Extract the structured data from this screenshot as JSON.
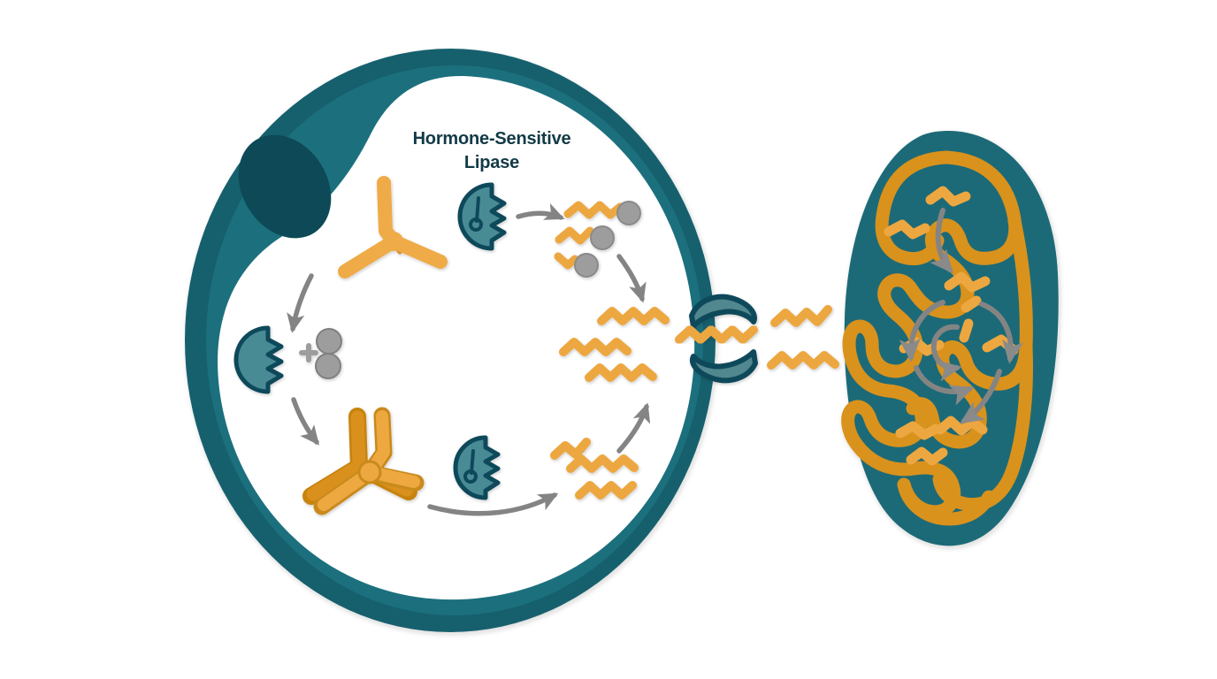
{
  "figure": {
    "title": "Lipolysis in an adipocyte and fatty-acid transport to the mitochondrion",
    "background_color": "#ffffff"
  },
  "labels": {
    "hsl_line1": "Hormone-Sensitive",
    "hsl_line2": "Lipase",
    "plus_sign": "+"
  },
  "palette": {
    "membrane_outer": "#17616e",
    "membrane_inner": "#1d6f7d",
    "nucleus": "#104a57",
    "cytoplasm": "#ffffff",
    "enzyme_fill": "#4a8b95",
    "enzyme_stroke": "#11485a",
    "fatty_acid": "#eda740",
    "triglyceride_fill": "#efab46",
    "triglyceride_stroke": "#d4912e",
    "triglyceride_dark_fill": "#d9901f",
    "glycerol_gray": "#9d9d9d",
    "glycerol_stroke": "#808080",
    "arrow_gray": "#848484",
    "mito_outer": "#1a6a77",
    "mito_cristae": "#d9921f",
    "text_teal": "#123a47"
  },
  "cell": {
    "name": "adipocyte",
    "organelles": [
      {
        "name": "nucleus",
        "color": "#104a57"
      },
      {
        "name": "lipid-droplet-triglyceride-upper"
      },
      {
        "name": "lipid-droplet-triglyceride-lower"
      }
    ],
    "enzymes": [
      {
        "name": "hormone-sensitive-lipase-top",
        "label": "Hormone-Sensitive Lipase"
      },
      {
        "name": "hormone-sensitive-lipase-left",
        "label": ""
      },
      {
        "name": "hormone-sensitive-lipase-bottom",
        "label": ""
      }
    ],
    "products": [
      {
        "name": "fatty-acid-with-glycerol",
        "count": 3
      },
      {
        "name": "free-fatty-acid-middle",
        "count": 3
      },
      {
        "name": "free-fatty-acid-bottom",
        "count": 3
      },
      {
        "name": "glycerol-molecule",
        "count": 2
      }
    ],
    "transporter": {
      "name": "fatty-acid-transport-protein",
      "segments": 2
    }
  },
  "mitochondrion": {
    "name": "mitochondrion",
    "inner_membrane": "cristae",
    "contents": [
      "fatty-acid-fragment",
      "beta-oxidation-cycle-arrows"
    ],
    "fragment_count": 10,
    "cycle_arrow_count": 5
  },
  "external": {
    "fatty_acids_released": 2
  },
  "flow_arrows": [
    {
      "name": "arrow-triglyceride-to-lipase",
      "direction": "down-left"
    },
    {
      "name": "arrow-lipase-to-products",
      "direction": "right"
    },
    {
      "name": "arrow-products-to-fatty-acids",
      "direction": "down-right"
    },
    {
      "name": "arrow-lipase-to-triglyceride",
      "direction": "down"
    },
    {
      "name": "arrow-triglyceride-to-lipase-bottom",
      "direction": "right"
    },
    {
      "name": "arrow-fatty-acids-upward",
      "direction": "up"
    }
  ]
}
